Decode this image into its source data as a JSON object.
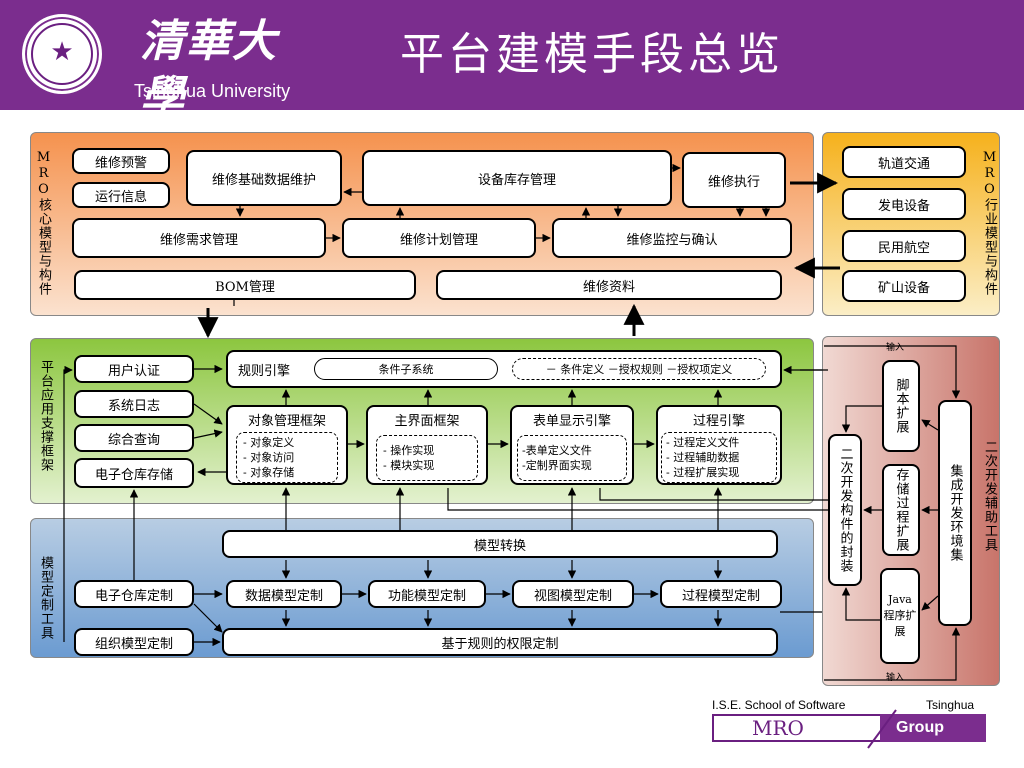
{
  "header": {
    "logo_cn": "清華大學",
    "logo_en": "Tsinghua University",
    "title": "平台建模手段总览",
    "bg_color": "#7b2d8e"
  },
  "panels": {
    "core_label": "MRO核心模型与构件",
    "industry_label": "MRO行业模型与构件",
    "support_label": "平台应用支撑框架",
    "model_label": "模型定制工具",
    "dev_label": "二次开发辅助工具"
  },
  "core": {
    "alert": "维修预警",
    "run_info": "运行信息",
    "base_data": "维修基础数据维护",
    "inventory": "设备库存管理",
    "execute": "维修执行",
    "demand": "维修需求管理",
    "plan": "维修计划管理",
    "monitor": "维修监控与确认",
    "bom": "BOM管理",
    "material": "维修资料"
  },
  "industry": {
    "items": [
      "轨道交通",
      "发电设备",
      "民用航空",
      "矿山设备"
    ]
  },
  "support": {
    "auth": "用户认证",
    "syslog": "系统日志",
    "query": "综合查询",
    "repo": "电子仓库存储",
    "rule_engine": "规则引擎",
    "condition": "条件子系统",
    "condition_detail": "－ 条件定义 －授权规则 －授权项定义",
    "obj_title": "对象管理框架",
    "obj_items": [
      "- 对象定义",
      "- 对象访问",
      "- 对象存储"
    ],
    "ui_title": "主界面框架",
    "ui_items": [
      "- 操作实现",
      "- 模块实现"
    ],
    "form_title": "表单显示引擎",
    "form_items": [
      "-表单定义文件",
      "-定制界面实现"
    ],
    "proc_title": "过程引擎",
    "proc_items": [
      "- 过程定义文件",
      "- 过程辅助数据",
      "- 过程扩展实现"
    ]
  },
  "model": {
    "transform": "模型转换",
    "repo_custom": "电子仓库定制",
    "data_custom": "数据模型定制",
    "func_custom": "功能模型定制",
    "view_custom": "视图模型定制",
    "proc_custom": "过程模型定制",
    "org_custom": "组织模型定制",
    "perm_custom": "基于规则的权限定制"
  },
  "dev": {
    "input_top": "输入",
    "input_bottom": "输入",
    "script": "脚本扩展",
    "encap": "二次开发构件的封装",
    "stored": "存储过程扩展",
    "ide": "集成开发环境集",
    "java": "Java程序扩展"
  },
  "footer": {
    "school": "I.S.E. School of Software",
    "tsinghua": "Tsinghua",
    "mro": "MRO",
    "group": "Group"
  }
}
